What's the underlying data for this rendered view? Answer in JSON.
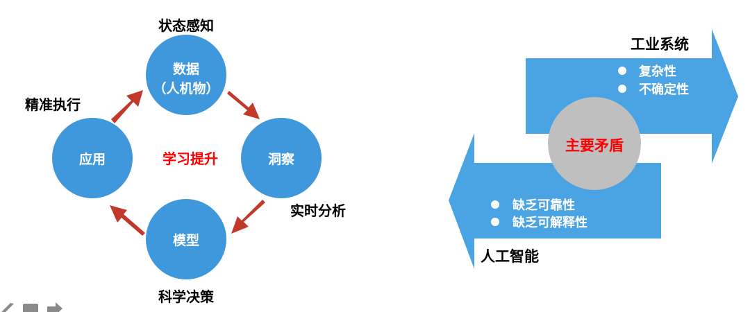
{
  "cycle": {
    "center_label": "学习提升",
    "nodes": [
      {
        "label": "数据",
        "sublabel": "（人机物）",
        "caption": "状态感知"
      },
      {
        "label": "洞察",
        "caption": "实时分析"
      },
      {
        "label": "模型",
        "caption": "科学决策"
      },
      {
        "label": "应用",
        "caption": "精准执行"
      }
    ]
  },
  "conflict": {
    "center_label": "主要矛盾",
    "top_arrow": {
      "title": "工业系统",
      "bullets": [
        "复杂性",
        "不确定性"
      ]
    },
    "bottom_arrow": {
      "title": "人工智能",
      "bullets": [
        "缺乏可靠性",
        "缺乏可解释性"
      ]
    }
  },
  "toolbar": {
    "icons": [
      "pencil-icon",
      "note-icon",
      "arrow-right-icon"
    ]
  },
  "colors": {
    "blue": "#3f98dc",
    "arrow_red": "#c0392b",
    "highlight_red": "#ff0000",
    "gray": "#bfbfbf"
  }
}
